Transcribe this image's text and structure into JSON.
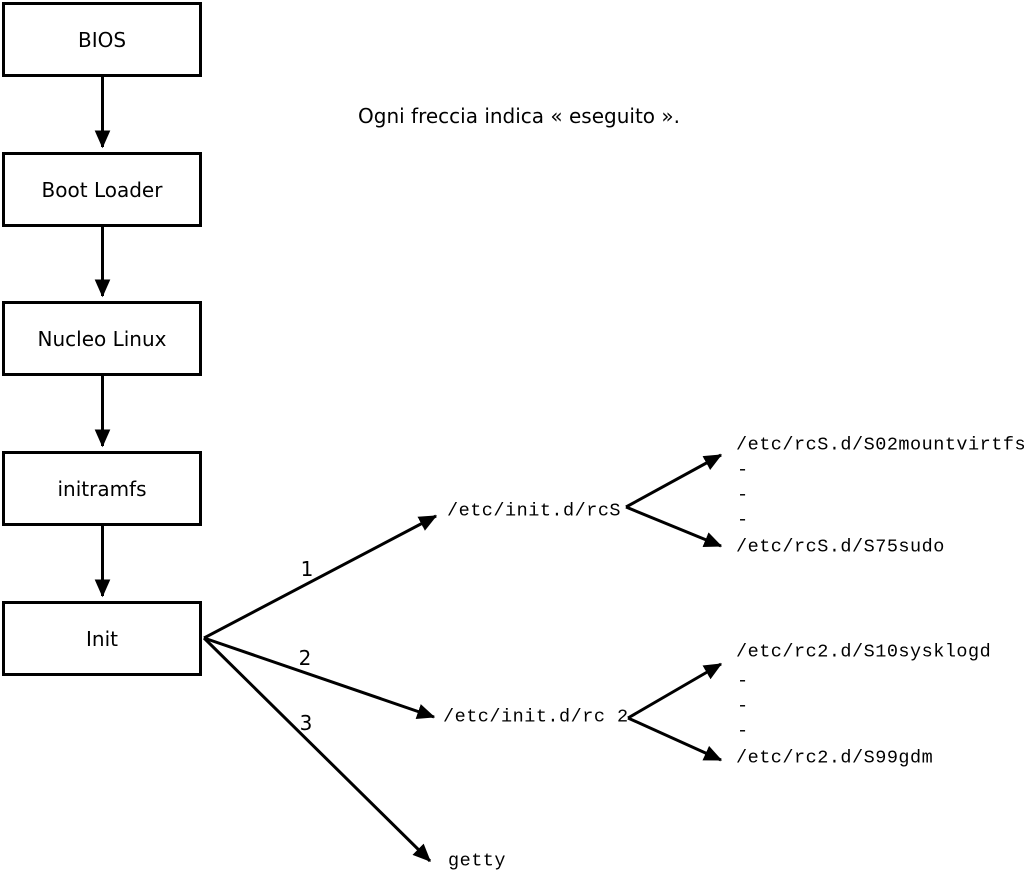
{
  "diagram": {
    "caption": "Ogni freccia indica « eseguito ».",
    "chain": [
      {
        "label": "BIOS"
      },
      {
        "label": "Boot Loader"
      },
      {
        "label": "Nucleo Linux"
      },
      {
        "label": "initramfs"
      },
      {
        "label": "Init"
      }
    ],
    "branches": [
      {
        "number": "1",
        "target": "/etc/init.d/rcS",
        "children": [
          "/etc/rcS.d/S02mountvirtfs",
          "-",
          "-",
          "-",
          "/etc/rcS.d/S75sudo"
        ]
      },
      {
        "number": "2",
        "target": "/etc/init.d/rc 2",
        "children": [
          "/etc/rc2.d/S10sysklogd",
          "-",
          "-",
          "-",
          "/etc/rc2.d/S99gdm"
        ]
      },
      {
        "number": "3",
        "target": "getty",
        "children": []
      }
    ],
    "colors": {
      "line": "#000000",
      "background": "#ffffff",
      "text": "#000000"
    }
  }
}
